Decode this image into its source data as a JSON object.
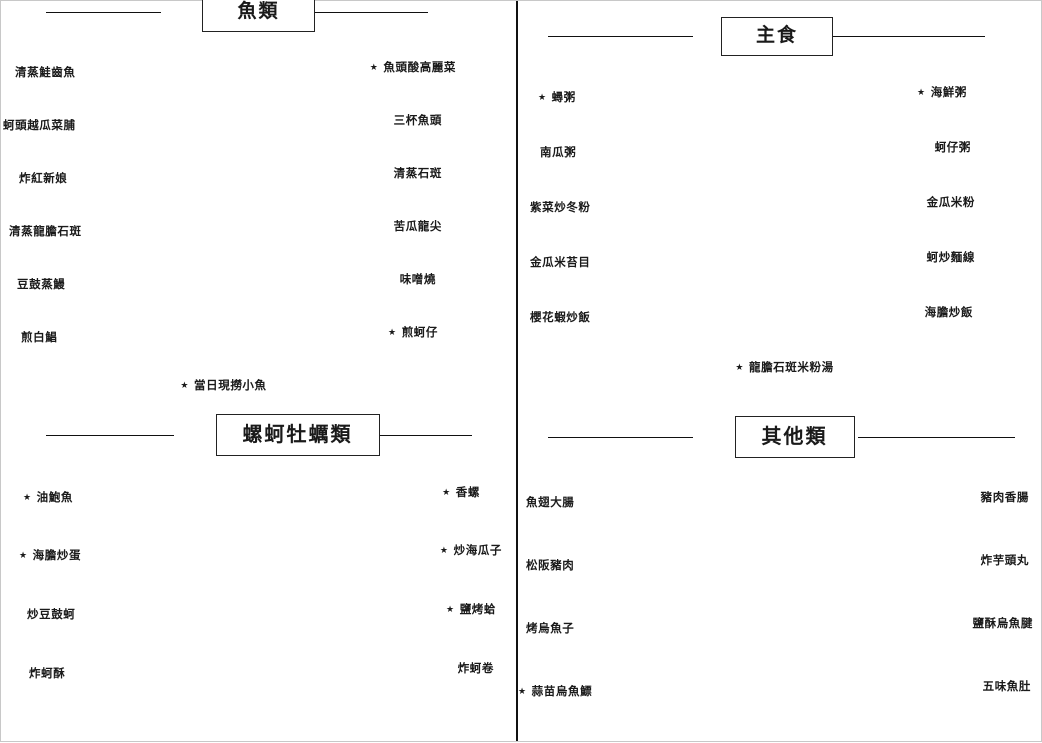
{
  "document": {
    "kind": "restaurant-menu",
    "layout": "two-page-spread",
    "star_glyph": "★"
  },
  "pages": {
    "left": {
      "sections": [
        {
          "id": "fish",
          "title": "魚類",
          "rows": [
            {
              "left": {
                "text": "清蒸鮭齒魚",
                "star": false
              },
              "right": {
                "text": "魚頭酸高麗菜",
                "star": true
              }
            },
            {
              "left": {
                "text": "蚵頭越瓜菜脯",
                "star": false
              },
              "right": {
                "text": "三杯魚頭",
                "star": false
              }
            },
            {
              "left": {
                "text": "炸紅新娘",
                "star": false
              },
              "right": {
                "text": "清蒸石斑",
                "star": false
              }
            },
            {
              "left": {
                "text": "清蒸龍膽石斑",
                "star": false
              },
              "right": {
                "text": "苦瓜龍尖",
                "star": false
              }
            },
            {
              "left": {
                "text": "豆鼓蒸鰻",
                "star": false
              },
              "right": {
                "text": "味噌燒",
                "star": false
              }
            },
            {
              "left": {
                "text": "煎白鯧",
                "star": false
              },
              "right": {
                "text": "煎蚵仔",
                "star": true
              }
            }
          ],
          "center_item": {
            "text": "當日現撈小魚",
            "star": true
          }
        },
        {
          "id": "snail-oyster",
          "title": "螺蚵牡蠣類",
          "rows": [
            {
              "left": {
                "text": "油鮑魚",
                "star": true
              },
              "right": {
                "text": "香螺",
                "star": true
              }
            },
            {
              "left": {
                "text": "海膽炒蛋",
                "star": true
              },
              "right": {
                "text": "炒海瓜子",
                "star": true
              }
            },
            {
              "left": {
                "text": "炒豆鼓蚵",
                "star": false
              },
              "right": {
                "text": "鹽烤蛤",
                "star": true
              }
            },
            {
              "left": {
                "text": "炸蚵酥",
                "star": false
              },
              "right": {
                "text": "炸蚵卷",
                "star": false
              }
            }
          ],
          "center_item": null
        }
      ]
    },
    "right": {
      "sections": [
        {
          "id": "staple",
          "title": "主食",
          "rows": [
            {
              "left": {
                "text": "蟳粥",
                "star": true
              },
              "right": {
                "text": "海鮮粥",
                "star": true
              }
            },
            {
              "left": {
                "text": "南瓜粥",
                "star": false
              },
              "right": {
                "text": "蚵仔粥",
                "star": false
              }
            },
            {
              "left": {
                "text": "紫菜炒冬粉",
                "star": false
              },
              "right": {
                "text": "金瓜米粉",
                "star": false
              }
            },
            {
              "left": {
                "text": "金瓜米苔目",
                "star": false
              },
              "right": {
                "text": "蚵炒麵線",
                "star": false
              }
            },
            {
              "left": {
                "text": "櫻花蝦炒飯",
                "star": false
              },
              "right": {
                "text": "海膽炒飯",
                "star": false
              }
            }
          ],
          "center_item": {
            "text": "龍膽石斑米粉湯",
            "star": true
          }
        },
        {
          "id": "others",
          "title": "其他類",
          "rows": [
            {
              "left": {
                "text": "魚翅大腸",
                "star": false
              },
              "right": {
                "text": "豬肉香腸",
                "star": false
              }
            },
            {
              "left": {
                "text": "松阪豬肉",
                "star": false
              },
              "right": {
                "text": "炸芋頭丸",
                "star": false
              }
            },
            {
              "left": {
                "text": "烤烏魚子",
                "star": false
              },
              "right": {
                "text": "鹽酥烏魚腱",
                "star": false
              }
            },
            {
              "left": {
                "text": "蒜苗烏魚鰾",
                "star": true
              },
              "right": {
                "text": "五味魚肚",
                "star": false
              }
            }
          ],
          "center_item": null
        }
      ]
    }
  },
  "colors": {
    "ink": "#1a1a1a",
    "rule": "#111111",
    "paper": "#ffffff",
    "page_border": "#c8c8c8"
  }
}
